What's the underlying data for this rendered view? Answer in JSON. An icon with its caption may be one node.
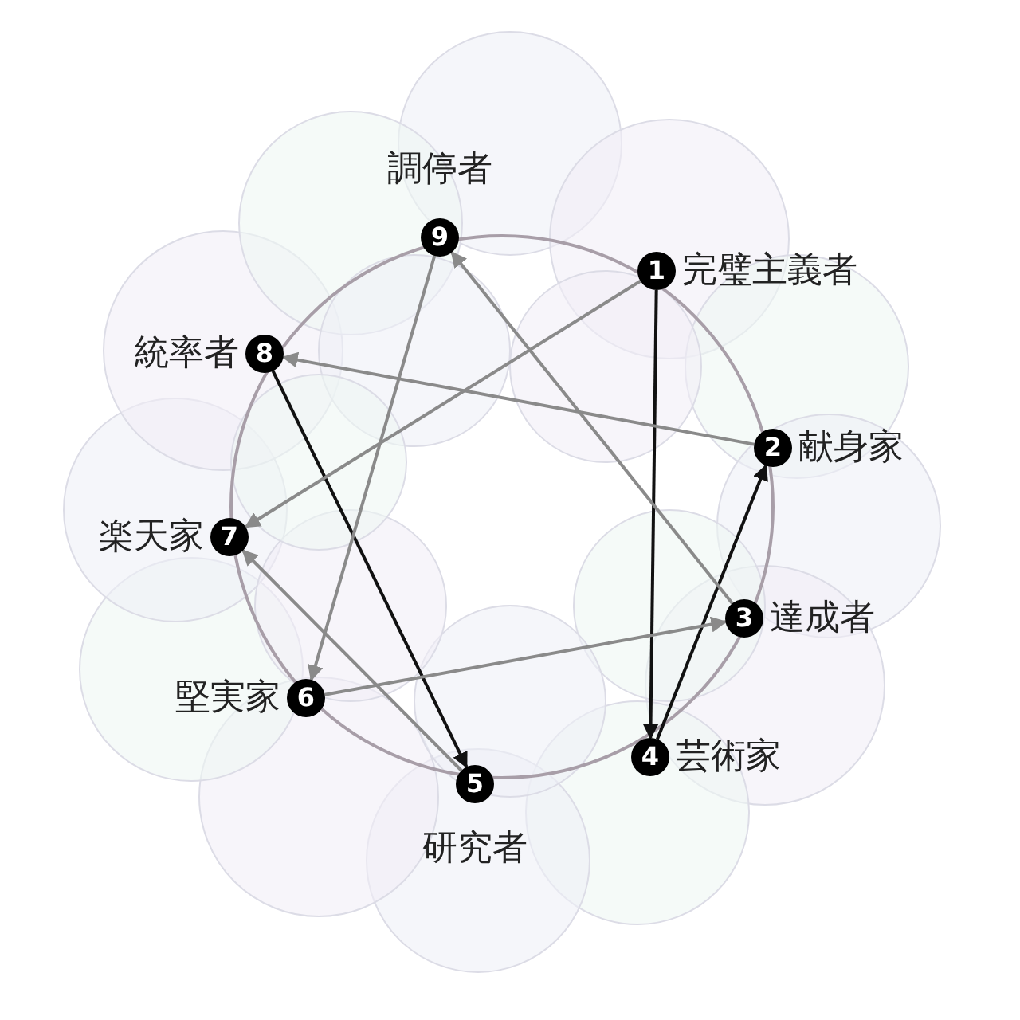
{
  "diagram": {
    "nodes": [
      {
        "text": [
          "1"
        ],
        "beside": [
          "完璧主義者"
        ]
      },
      {
        "text": [
          "2"
        ],
        "beside": [
          "献身家"
        ]
      },
      {
        "text": [
          "3"
        ],
        "beside": [
          "達成者"
        ]
      },
      {
        "text": [
          "4"
        ],
        "beside": [
          "芸術家"
        ]
      },
      {
        "text": [
          "5"
        ],
        "beside": [
          "研究者"
        ]
      },
      {
        "text": [
          "6"
        ],
        "beside": [
          "堅実家"
        ]
      },
      {
        "text": [
          "7"
        ],
        "beside": [
          "楽天家"
        ]
      },
      {
        "text": [
          "8"
        ],
        "beside": [
          "統率者"
        ]
      },
      {
        "text": [
          "9"
        ],
        "beside": [
          "調停者"
        ]
      }
    ],
    "edges": [
      {
        "from": 0,
        "to": 3,
        "arrow": "to",
        "color": "#111111"
      },
      {
        "from": 3,
        "to": 1,
        "arrow": "to",
        "color": "#111111"
      },
      {
        "from": 1,
        "to": 7,
        "arrow": "to"
      },
      {
        "from": 7,
        "to": 4,
        "arrow": "to",
        "color": "#111111"
      },
      {
        "from": 4,
        "to": 6,
        "arrow": "to"
      },
      {
        "from": 0,
        "to": 6,
        "arrow": "to"
      },
      {
        "from": 2,
        "to": 8,
        "arrow": "to"
      },
      {
        "from": 8,
        "to": 5,
        "arrow": "to"
      },
      {
        "from": 5,
        "to": 2,
        "arrow": "to"
      }
    ]
  }
}
